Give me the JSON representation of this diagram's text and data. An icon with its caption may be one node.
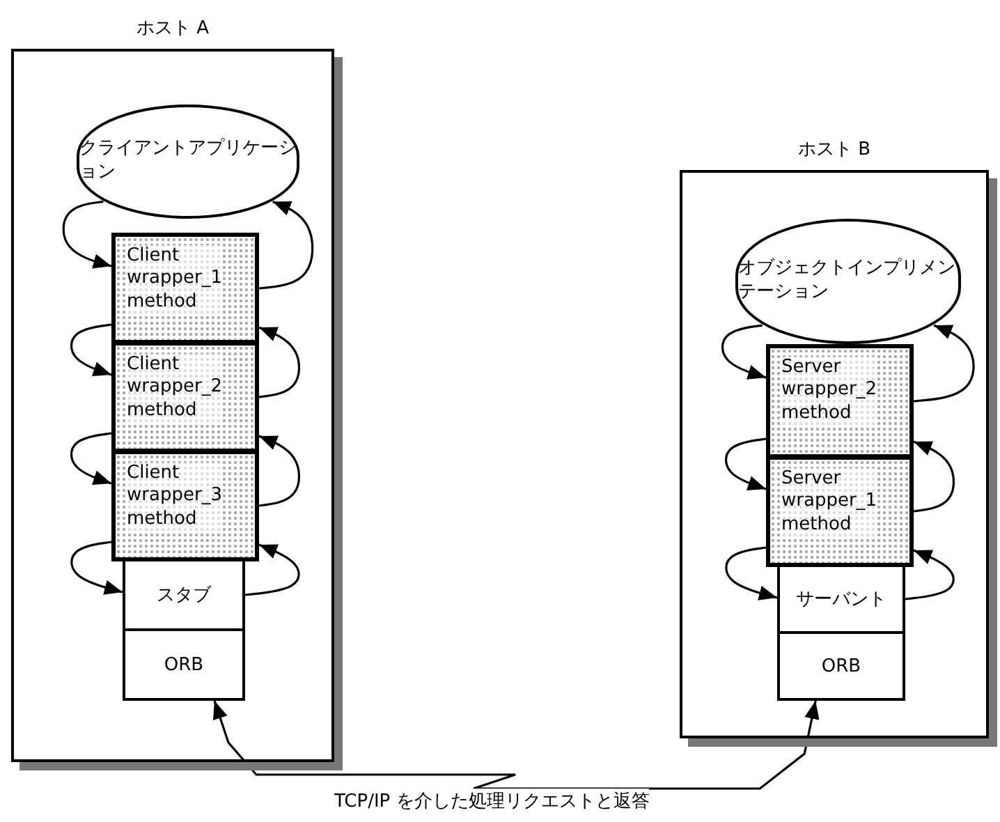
{
  "diagram": {
    "nodes": [
      {
        "text": [
          "ホスト A"
        ]
      },
      {
        "text": [
          "クライアントアプリケーション"
        ],
        "in": 0
      },
      {
        "text": [
          "Client wrapper_1 method"
        ],
        "in": 0
      },
      {
        "text": [
          "Client wrapper_2 method"
        ],
        "in": 0
      },
      {
        "text": [
          "Client wrapper_3 method"
        ],
        "in": 0
      },
      {
        "text": [
          "スタブ"
        ],
        "in": 0
      },
      {
        "text": [
          "ORB"
        ],
        "in": 0
      },
      {
        "text": [
          "ホスト B"
        ]
      },
      {
        "text": [
          "オブジェクトインプリメンテーション"
        ],
        "in": 7
      },
      {
        "text": [
          "Server wrapper_2 method"
        ],
        "in": 7
      },
      {
        "text": [
          "Server wrapper_1 method"
        ],
        "in": 7
      },
      {
        "text": [
          "サーバント"
        ],
        "in": 7
      },
      {
        "text": [
          "ORB"
        ],
        "in": 7
      }
    ],
    "edges": [
      {
        "from": 1,
        "to": 2,
        "arrow": "to"
      },
      {
        "from": 2,
        "to": 3,
        "arrow": "to"
      },
      {
        "from": 3,
        "to": 4,
        "arrow": "to"
      },
      {
        "from": 4,
        "to": 5,
        "arrow": "to"
      },
      {
        "from": 2,
        "to": 1,
        "arrow": "to"
      },
      {
        "from": 3,
        "to": 2,
        "arrow": "to"
      },
      {
        "from": 4,
        "to": 3,
        "arrow": "to"
      },
      {
        "from": 5,
        "to": 4,
        "arrow": "to"
      },
      {
        "from": 8,
        "to": 9,
        "arrow": "to"
      },
      {
        "from": 9,
        "to": 10,
        "arrow": "to"
      },
      {
        "from": 10,
        "to": 11,
        "arrow": "to"
      },
      {
        "from": 9,
        "to": 8,
        "arrow": "to"
      },
      {
        "from": 10,
        "to": 9,
        "arrow": "to"
      },
      {
        "from": 11,
        "to": 10,
        "arrow": "to"
      },
      {
        "from": 6,
        "to": 12,
        "arrow": "both",
        "label": "TCP/IP を介した処理リクエストと返答"
      }
    ]
  }
}
